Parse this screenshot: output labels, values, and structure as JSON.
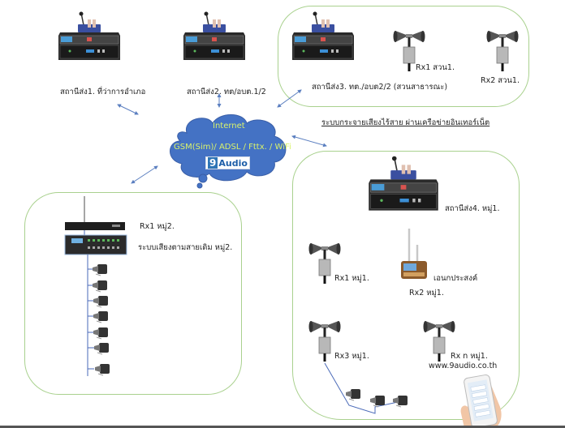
{
  "title": "ระบบกระจายเสียงไร้สาย ผ่านเครือข่ายอินเทอร์เน็ต",
  "colors": {
    "frame": "#a9d18e",
    "cloud_fill": "#4472c4",
    "cloud_text": "#d9f26b",
    "arrow": "#5b7fc0",
    "wire": "#4a6ab8"
  },
  "cloud": {
    "line1": "Internet",
    "line2": "GSM(Sim)/ ADSL / Fttx. / WiFi",
    "logo_digit": "9",
    "logo_text": "Audio"
  },
  "stations": {
    "s1": "สถานีส่ง1. ที่ว่าการอำเภอ",
    "s2": "สถานีส่ง2. ทต/อบต.1/2",
    "s3": "สถานีส่ง3. ทต./อบต2/2 (สวนสาธารณะ)",
    "s4": "สถานีส่ง4. หมู่1."
  },
  "park_group": {
    "rx1": "Rx1 สวน1.",
    "rx2": "Rx2 สวน1."
  },
  "village2_group": {
    "rx1": "Rx1 หมู่2.",
    "wired": "ระบบเสียงตามสายเดิม หมู่2.",
    "speaker_count": 7
  },
  "village1_group": {
    "rx1": "Rx1 หมู่1.",
    "rx2_desc": "เอนกประสงค์",
    "rx2": "Rx2 หมู่1.",
    "rx3": "Rx3 หมู่1.",
    "rxn": "Rx n หมู่1.",
    "website": "www.9audio.co.th"
  }
}
